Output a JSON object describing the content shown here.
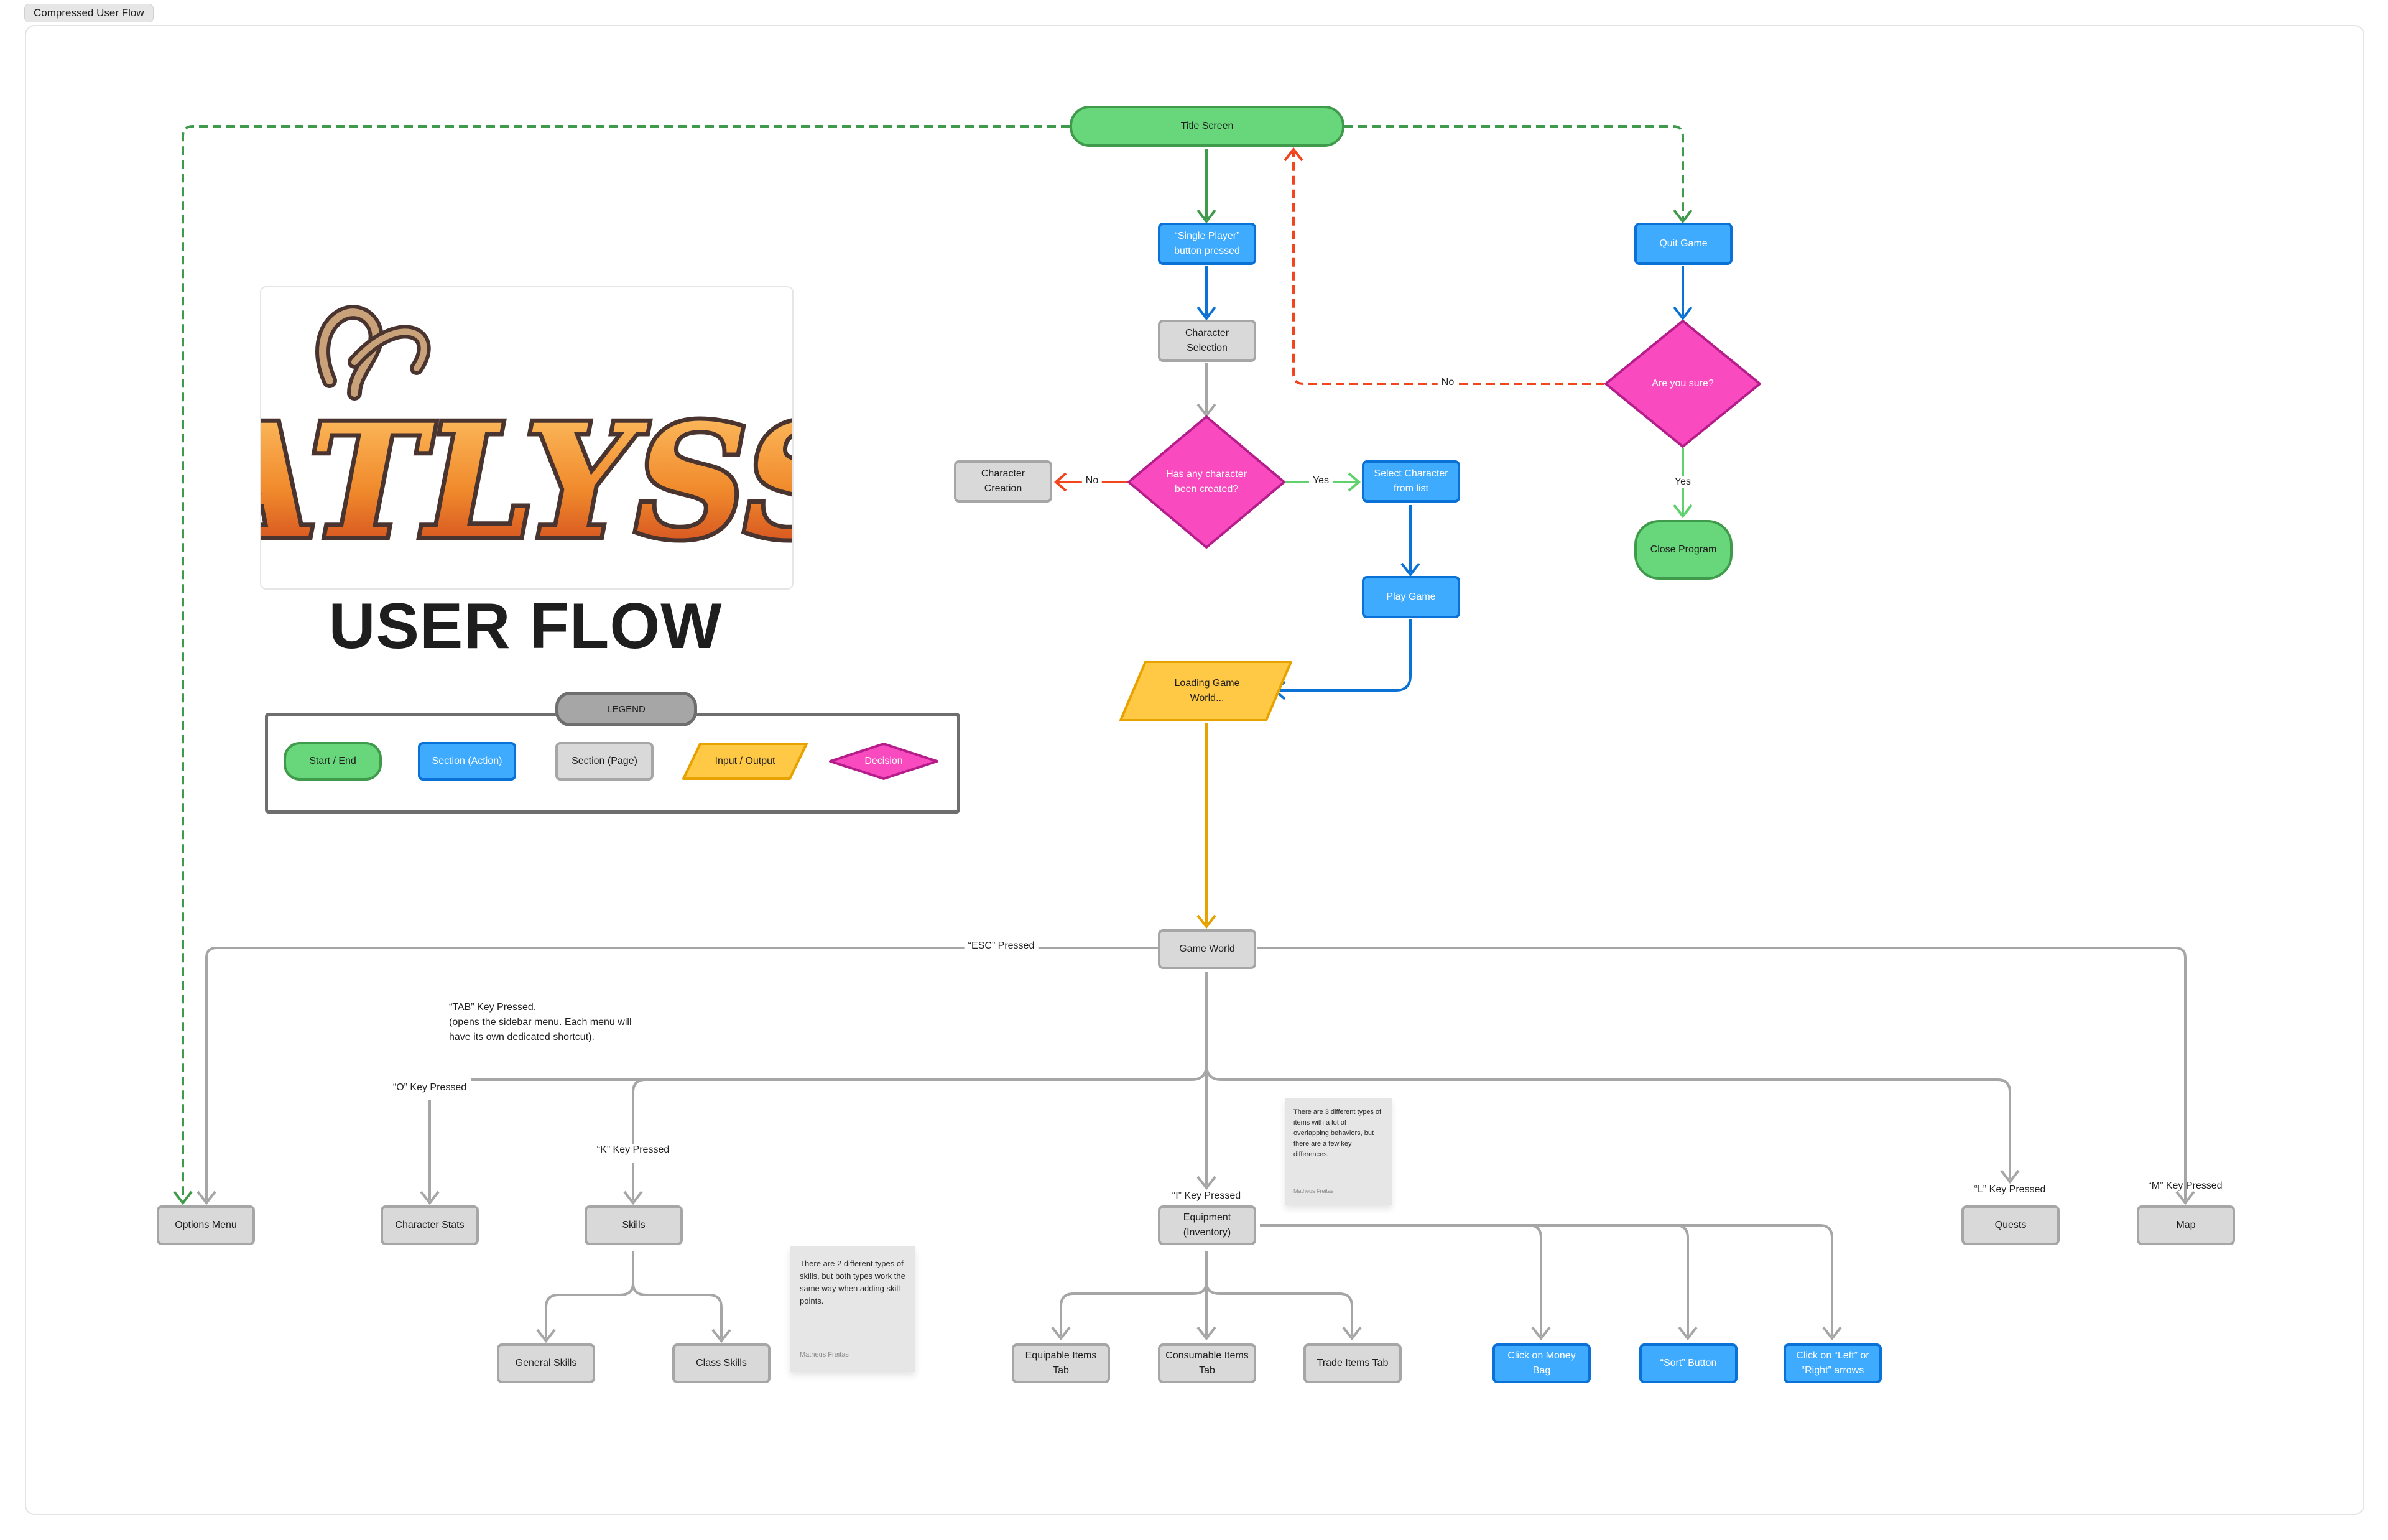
{
  "frame": {
    "title": "Compressed User Flow"
  },
  "header": {
    "logo_text": "ATLYSS",
    "title": "USER FLOW"
  },
  "colors": {
    "terminal_fill": "#68d67a",
    "terminal_border": "#3f9a4b",
    "action_fill": "#3fabff",
    "action_border": "#0a72d6",
    "page_fill": "#d9d9d9",
    "page_border": "#a6a6a6",
    "io_fill": "#ffc845",
    "io_border": "#e8a200",
    "decision_fill": "#f94bbf",
    "decision_border": "#b51d8a",
    "edge_gray": "#a6a6a6",
    "edge_blue": "#0a72d6",
    "edge_green_dashed": "#3f9a4b",
    "edge_red_dashed": "#f2441d",
    "edge_yes": "#5fd26d",
    "edge_orange": "#e8a200"
  },
  "legend": {
    "title": "LEGEND",
    "items": [
      {
        "type": "terminal",
        "label": "Start / End"
      },
      {
        "type": "action",
        "label": "Section (Action)"
      },
      {
        "type": "page",
        "label": "Section (Page)"
      },
      {
        "type": "io",
        "label": "Input / Output"
      },
      {
        "type": "decision",
        "label": "Decision"
      }
    ]
  },
  "nodes": {
    "title_screen": "Title Screen",
    "single_player": "“Single Player” button pressed",
    "character_selection": "Character Selection",
    "has_character": "Has any character been created?",
    "character_creation": "Character Creation",
    "select_character": "Select Character from list",
    "play_game": "Play Game",
    "loading_world": "Loading Game World...",
    "quit_game": "Quit Game",
    "are_you_sure": "Are you sure?",
    "close_program": "Close Program",
    "game_world": "Game World",
    "options_menu": "Options Menu",
    "character_stats": "Character Stats",
    "skills": "Skills",
    "general_skills": "General Skills",
    "class_skills": "Class Skills",
    "equipment": "Equipment (Inventory)",
    "equipable_tab": "Equipable Items Tab",
    "consumable_tab": "Consumable Items Tab",
    "trade_tab": "Trade Items Tab",
    "money_bag": "Click on Money Bag",
    "sort_button": "“Sort” Button",
    "left_right_arrows": "Click on “Left” or “Right” arrows",
    "quests": "Quests",
    "map": "Map"
  },
  "edge_labels": {
    "no_char": "No",
    "yes_char": "Yes",
    "no_quit": "No",
    "yes_quit": "Yes",
    "esc": "“ESC” Pressed",
    "o_key": "“O” Key Pressed",
    "k_key": "“K” Key Pressed",
    "i_key": "“I” Key Pressed",
    "l_key": "“L” Key Pressed",
    "m_key": "“M” Key Pressed"
  },
  "tab_note": {
    "line1": "“TAB” Key Pressed.",
    "line2": "(opens the sidebar menu. Each menu will",
    "line3": "have its own dedicated shortcut)."
  },
  "sticky_notes": [
    {
      "text": "There are 2 different types of skills, but both types work the same way when adding skill points.",
      "author": "Matheus Freitas"
    },
    {
      "text": "There are 3 different types of items with a lot of overlapping behaviors, but there are a few key differences.",
      "author": "Matheus Freitas"
    }
  ]
}
